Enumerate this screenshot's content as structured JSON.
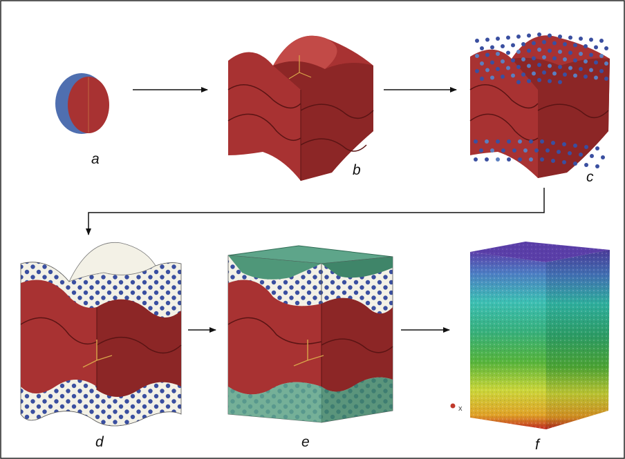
{
  "panels": [
    {
      "id": "a",
      "label": "a"
    },
    {
      "id": "b",
      "label": "b"
    },
    {
      "id": "c",
      "label": "c"
    },
    {
      "id": "d",
      "label": "d"
    },
    {
      "id": "e",
      "label": "e"
    },
    {
      "id": "f",
      "label": "f"
    }
  ],
  "annotations": {
    "triad_x": "x"
  },
  "colors": {
    "solid_red": "#a83232",
    "solid_red_dark": "#7d2020",
    "solid_red_light": "#c24a47",
    "hemisphere_blue": "#4f6fb0",
    "porous_white": "#f3f1e6",
    "particle_blue": "#3a4fa0",
    "filler_green": "#5ea58a",
    "filler_green_dark": "#3f8569",
    "mesh_top": "#5a3ea8",
    "mesh_mid": "#37b59a",
    "mesh_low": "#cfd83a",
    "mesh_base": "#c02a20",
    "arrow": "#111111"
  }
}
